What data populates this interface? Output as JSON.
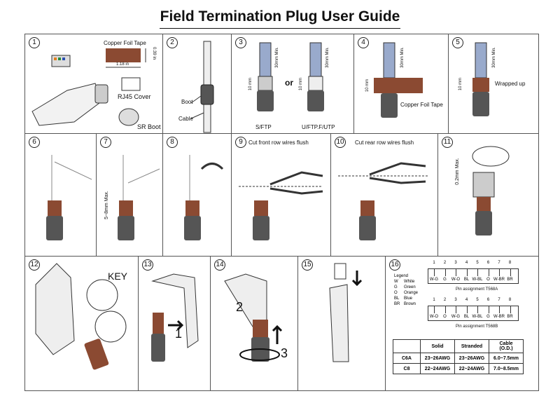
{
  "title": "Field Termination Plug User Guide",
  "panels": {
    "p1": {
      "num": "1",
      "foil_label": "Copper Foil Tape",
      "width": "1.18 in",
      "height": "0.39 in",
      "cover": "RJ45 Cover",
      "boot": "SR Boot"
    },
    "p2": {
      "num": "2",
      "boot": "Boot",
      "cable": "Cable"
    },
    "p3": {
      "num": "3",
      "dim1": "30mm Min.",
      "dim2": "10 mm",
      "or": "or",
      "left": "S/FTP",
      "right": "U/FTP.F/UTP"
    },
    "p4": {
      "num": "4",
      "dim1": "30mm Min.",
      "dim2": "10 mm",
      "tape": "Copper Foil Tape"
    },
    "p5": {
      "num": "5",
      "dim1": "30mm Min.",
      "dim2": "10 mm",
      "wrapped": "Wrapped up"
    },
    "p6": {
      "num": "6"
    },
    "p7": {
      "num": "7",
      "dim": "5~8mm Max."
    },
    "p8": {
      "num": "8"
    },
    "p9": {
      "num": "9",
      "text": "Cut front row wires flush"
    },
    "p10": {
      "num": "10",
      "text": "Cut rear row wires flush"
    },
    "p11": {
      "num": "11",
      "dim": "0.2mm Max."
    },
    "p12": {
      "num": "12",
      "key": "KEY"
    },
    "p13": {
      "num": "13",
      "step": "1"
    },
    "p14": {
      "num": "14",
      "step2": "2",
      "step3": "3"
    },
    "p15": {
      "num": "15"
    },
    "p16": {
      "num": "16",
      "legend_title": "Legend",
      "legend": [
        [
          "W",
          "White"
        ],
        [
          "G",
          "Green"
        ],
        [
          "O",
          "Orange"
        ],
        [
          "BL",
          "Blue"
        ],
        [
          "BR",
          "Brown"
        ]
      ],
      "pin_numbers": [
        "1",
        "2",
        "3",
        "4",
        "5",
        "6",
        "7",
        "8"
      ],
      "t568a": [
        "W-G",
        "G",
        "W-O",
        "BL",
        "W-BL",
        "O",
        "W-BR",
        "BR"
      ],
      "t568a_label": "Pin assignment T568A",
      "t568b": [
        "W-O",
        "O",
        "W-G",
        "BL",
        "W-BL",
        "G",
        "W-BR",
        "BR"
      ],
      "t568b_label": "Pin assignment T568B",
      "table": {
        "headers": [
          "",
          "Solid",
          "Stranded",
          "Cable (O.D.)"
        ],
        "rows": [
          [
            "C6A",
            "23~26AWG",
            "23~26AWG",
            "6.0~7.5mm"
          ],
          [
            "C8",
            "22~24AWG",
            "22~24AWG",
            "7.0~8.5mm"
          ]
        ]
      }
    }
  },
  "colors": {
    "foil": "#8b4a32",
    "line": "#333333"
  }
}
